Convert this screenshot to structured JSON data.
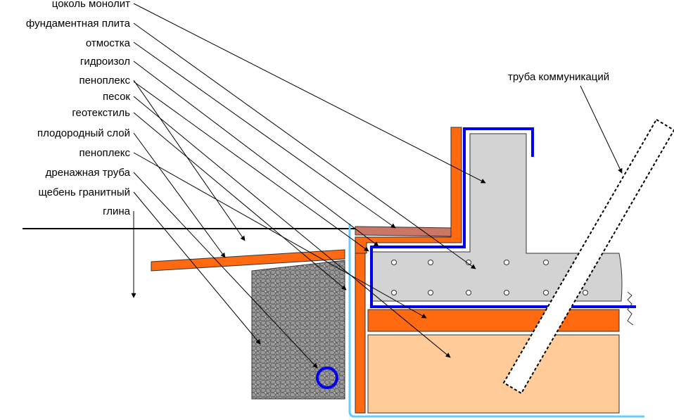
{
  "labels": {
    "plinth": "цоколь монолит",
    "slab": "фундаментная плита",
    "apron": "отмостка",
    "waterproof": "гидроизол",
    "penoplex_1": "пеноплекс",
    "sand": "песок",
    "geotextile": "геотекстиль",
    "topsoil": "плодородный слой",
    "penoplex_2": "пеноплекс",
    "drain_pipe": "дренажная труба",
    "gravel": "щебень гранитный",
    "clay": "глина",
    "utility_pipe": "труба коммуникаций"
  },
  "colors": {
    "concrete": "#d3d3d3",
    "penoplex": "#ff6a10",
    "sand": "#ffcc99",
    "waterproofing": "#0000ee",
    "geotextile": "#66ccff",
    "apron": "#cc7766",
    "line": "#000000"
  }
}
